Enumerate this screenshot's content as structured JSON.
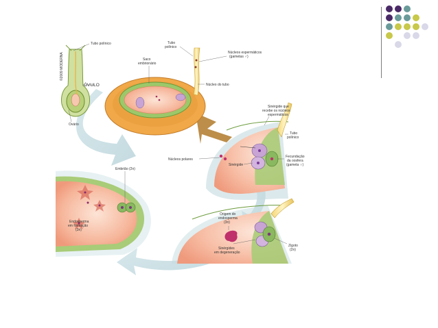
{
  "decor": {
    "dot_colors": [
      [
        "#4a2a66",
        "#4a2a66",
        "#6a9a9a",
        "#ffffff",
        "#ffffff"
      ],
      [
        "#4a2a66",
        "#6a9a9a",
        "#6a9a9a",
        "#c8c84a",
        "#ffffff"
      ],
      [
        "#6a9a9a",
        "#c8c84a",
        "#c8c84a",
        "#c8c84a",
        "#d8d8e8"
      ],
      [
        "#c8c84a",
        "#ffffff",
        "#d8d8e8",
        "#d8d8e8",
        "#ffffff"
      ],
      [
        "#ffffff",
        "#d8d8e8",
        "#ffffff",
        "#ffffff",
        "#ffffff"
      ]
    ]
  },
  "diagram": {
    "labels": {
      "tubo_polinico_1": "Tubo polínico",
      "ovulo": "ÓVULO",
      "ovario": "Ovário",
      "tubo_polinico_2a": "Tubo",
      "tubo_polinico_2b": "polínico",
      "saco_embrionario_a": "Saco",
      "saco_embrionario_b": "embrionário",
      "nucleos_espermaticos_a": "Núcleos espermáticos",
      "nucleos_espermaticos_b": "(gametas ♂)",
      "nucleo_tubo": "Núcleo do tubo",
      "sinergide_recebe_a": "Sinérgide que",
      "sinergide_recebe_b": "recebe os núcleos",
      "sinergide_recebe_c": "espermáticos",
      "tubo_polinico_3a": "Tubo",
      "tubo_polinico_3b": "polínico",
      "nucleos_polares": "Núcleos polares",
      "sinergide": "Sinérgide",
      "fecundacao_a": "Fecundação",
      "fecundacao_b": "da oosfera",
      "fecundacao_c": "(gameta ♀)",
      "embriao": "Embrião (2n)",
      "endosperma_a": "Endosperma",
      "endosperma_b": "em formação",
      "endosperma_c": "(3n)",
      "origem_a": "Origem do",
      "origem_b": "endosperma",
      "origem_c": "(3n)",
      "sinergides_degen_a": "Sinérgides",
      "sinergides_degen_b": "em degeneração",
      "zigoto_a": "Zigoto",
      "zigoto_b": "(2n)",
      "credit": "©2009 MODERNA"
    }
  }
}
